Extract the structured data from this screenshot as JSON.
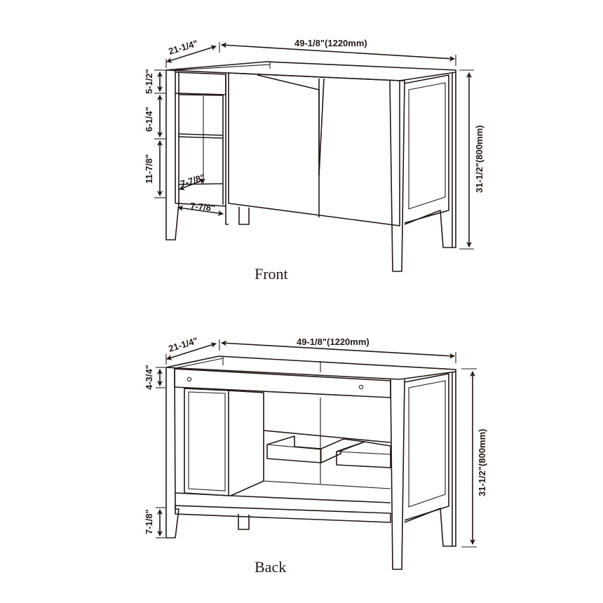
{
  "front_view": {
    "caption": "Front",
    "dimensions": {
      "depth": "21-1/4\"",
      "width": "49-1/8\"(1220mm)",
      "height": "31-1/2\"(800mm)",
      "drawer_height": "5-1/2\"",
      "upper_shelf_gap": "6-1/4\"",
      "lower_shelf_gap": "11-7/8\"",
      "shelf_depth": "7-7/8\"",
      "shelf_width": "7-7/8\""
    }
  },
  "back_view": {
    "caption": "Back",
    "dimensions": {
      "depth": "21-1/4\"",
      "width": "49-1/8\"(1220mm)",
      "height": "31-1/2\"(800mm)",
      "top_rail_height": "4-3/4\"",
      "leg_height": "7-1/8\""
    }
  },
  "colors": {
    "line": "#231815",
    "background": "#ffffff"
  }
}
